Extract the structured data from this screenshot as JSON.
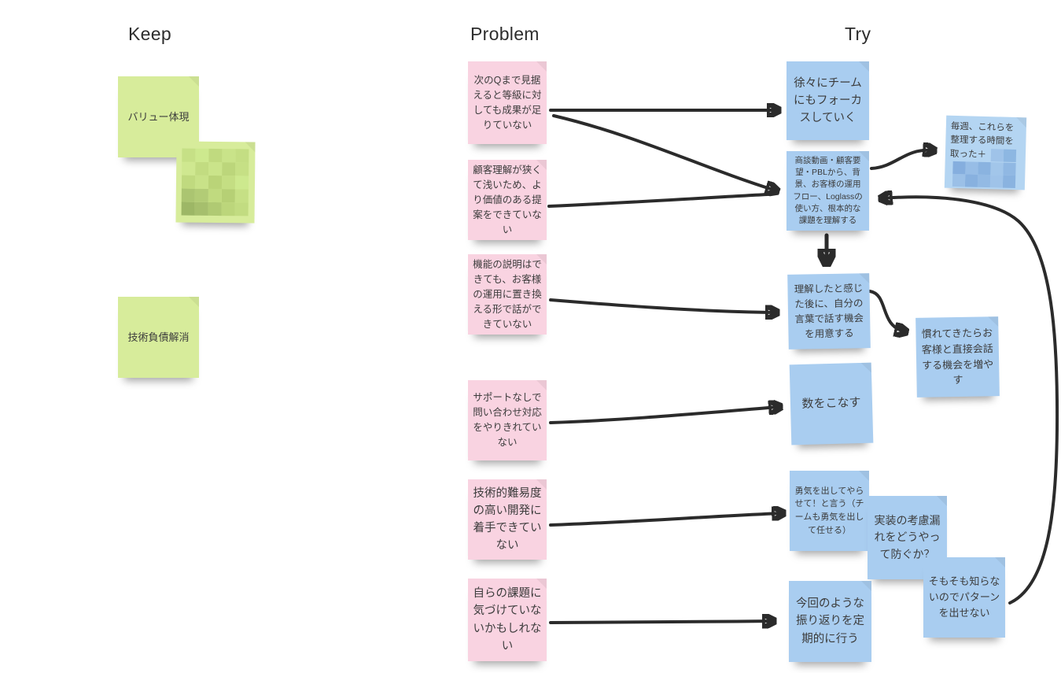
{
  "headers": {
    "keep": "Keep",
    "problem": "Problem",
    "try": "Try"
  },
  "colors": {
    "green_note": "#d7ec9b",
    "pink_note": "#f9d3e1",
    "blue_note": "#a9cdf0",
    "blue_note_light": "#b4d5f2",
    "connector": "#2b2b2b",
    "background": "#ffffff"
  },
  "notes": {
    "keep_value": {
      "text": "バリュー体現"
    },
    "keep_redacted": {
      "text": ""
    },
    "keep_debt": {
      "text": "技術負債解消"
    },
    "problem_grade": {
      "text": "次のQまで見据えると等級に対しても成果が足りていない"
    },
    "problem_customer": {
      "text": "顧客理解が狭くて浅いため、より価値のある提案をできていない"
    },
    "problem_feature": {
      "text": "機能の説明はできても、お客様の運用に置き換える形で話ができていない"
    },
    "problem_support": {
      "text": "サポートなしで問い合わせ対応をやりきれていない"
    },
    "problem_difficulty": {
      "text": "技術的難易度の高い開発に着手できていない"
    },
    "problem_awareness": {
      "text": "自らの課題に気づけていないかもしれない"
    },
    "try_team_focus": {
      "text": "徐々にチームにもフォーカスしていく"
    },
    "try_understand": {
      "text": "商談動画・顧客要望・PBLから、背景、お客様の運用フロー、Loglassの使い方、根本的な課題を理解する"
    },
    "try_weekly": {
      "text": "毎週、これらを整理する時間を取った＋"
    },
    "try_own_words": {
      "text": "理解したと感じた後に、自分の言葉で話す機会を用意する"
    },
    "try_direct_talk": {
      "text": "慣れてきたらお客様と直接会話する機会を増やす"
    },
    "try_volume": {
      "text": "数をこなす"
    },
    "try_courage": {
      "text": "勇気を出してやらせて！と言う（チームも勇気を出して任せる）"
    },
    "try_impl_consideration": {
      "text": "実装の考慮漏れをどうやって防ぐか？"
    },
    "try_patterns": {
      "text": "そもそも知らないのでパターンを出せない"
    },
    "try_retrospective": {
      "text": "今回のような振り返りを定期的に行う"
    }
  }
}
